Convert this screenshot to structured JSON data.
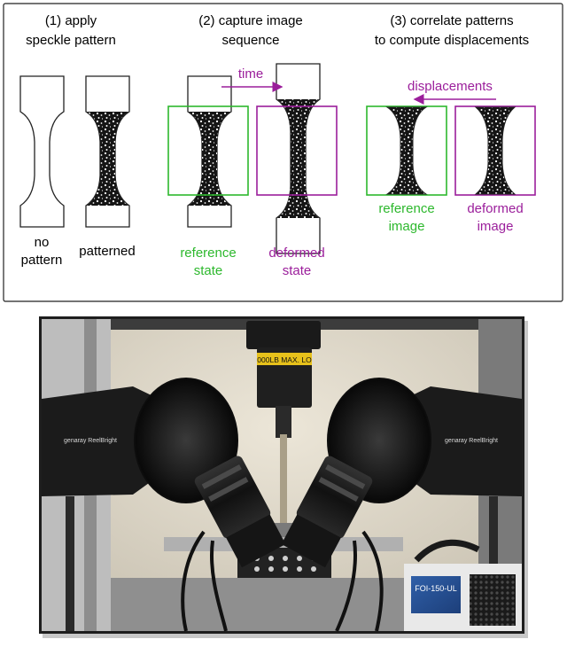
{
  "steps": [
    {
      "line1": "(1) apply",
      "line2": "speckle pattern"
    },
    {
      "line1": "(2) capture image",
      "line2": "sequence"
    },
    {
      "line1": "(3) correlate patterns",
      "line2": "to compute displacements"
    }
  ],
  "labels": {
    "no_pattern_1": "no",
    "no_pattern_2": "pattern",
    "patterned": "patterned",
    "time": "time",
    "displacements": "displacements",
    "ref_state_1": "reference",
    "ref_state_2": "state",
    "def_state_1": "deformed",
    "def_state_2": "state",
    "ref_image_1": "reference",
    "ref_image_2": "image",
    "def_image_1": "deformed",
    "def_image_2": "image"
  },
  "colors": {
    "reference": "#2db82d",
    "deformed": "#9b1e9b",
    "speckle": "#111111",
    "outline": "#222222"
  },
  "photo": {
    "load_cell_label": "000LB MAX. LO",
    "light_brand": "genaray ReelBright",
    "device_label": "FOI-150-UL"
  }
}
